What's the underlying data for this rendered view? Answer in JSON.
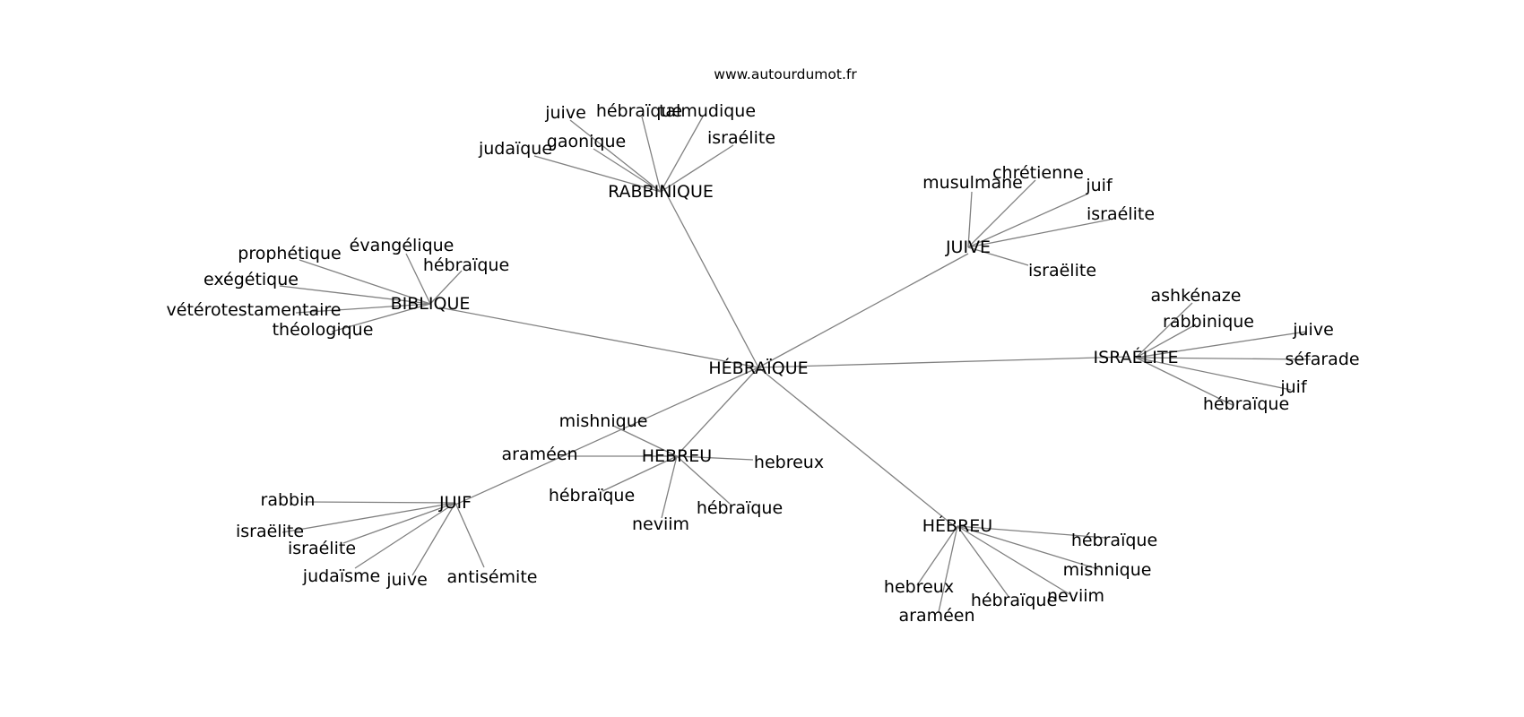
{
  "source": "www.autourdumot.fr",
  "root": "HÉBRAÏQUE",
  "groups": [
    {
      "hub": "RABBINIQUE",
      "leaves": [
        "juive",
        "hébraïque",
        "talmudique",
        "gaonique",
        "judaïque",
        "israélite"
      ]
    },
    {
      "hub": "BIBLIQUE",
      "leaves": [
        "évangélique",
        "hébraïque",
        "prophétique",
        "exégétique",
        "vétérotestamentaire",
        "théologique"
      ]
    },
    {
      "hub": "JUIVE",
      "leaves": [
        "musulmane",
        "chrétienne",
        "juif",
        "israélite",
        "israëlite"
      ]
    },
    {
      "hub": "ISRAÉLITE",
      "leaves": [
        "ashkénaze",
        "rabbinique",
        "juive",
        "séfarade",
        "juif",
        "hébraïque"
      ]
    },
    {
      "hub": "HEBREU",
      "leaves": [
        "mishnique",
        "araméen",
        "hebreux",
        "hébraïque",
        "hébraïque",
        "neviim"
      ]
    },
    {
      "hub": "JUIF",
      "leaves": [
        "rabbin",
        "israëlite",
        "israélite",
        "judaïsme",
        "juive",
        "antisémite"
      ]
    },
    {
      "hub": "HÉBREU",
      "leaves": [
        "hébraïque",
        "mishnique",
        "neviim",
        "hébraïque",
        "hebreux",
        "araméen"
      ]
    }
  ]
}
